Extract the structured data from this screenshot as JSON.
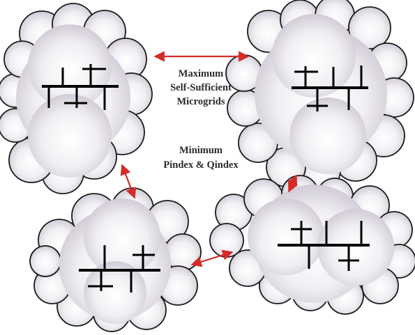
{
  "labels": {
    "objective_max": [
      "Maximum",
      "Self-Sufficient",
      "Microgrids"
    ],
    "objective_min": [
      "Minimum",
      "Pindex & Qindex"
    ]
  },
  "colors": {
    "arrow": "#d42a2a",
    "cloud_fill_center": "#ffffff",
    "cloud_fill_edge": "#c9c3cf",
    "cloud_stroke": "#1a1a1a",
    "bus": "#000000"
  },
  "microgrids": [
    {
      "id": "top-left"
    },
    {
      "id": "top-right"
    },
    {
      "id": "bottom-left"
    },
    {
      "id": "bottom-right"
    }
  ],
  "connections": [
    {
      "from": "top-left",
      "to": "top-right"
    },
    {
      "from": "top-left",
      "to": "bottom-left"
    },
    {
      "from": "top-right",
      "to": "bottom-right"
    },
    {
      "from": "bottom-left",
      "to": "bottom-right"
    }
  ]
}
